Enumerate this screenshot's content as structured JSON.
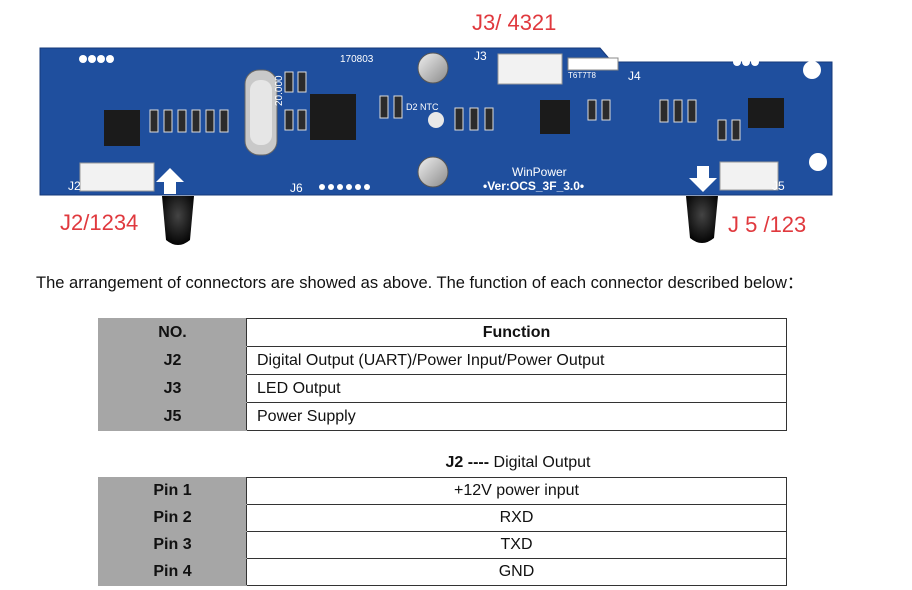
{
  "photo": {
    "labels": {
      "j3": "J3/ 4321",
      "j2": "J2/1234",
      "j5": "J 5 /123"
    },
    "board_text": {
      "winpower": "WinPower",
      "version": "•Ver:OCS_3F_3.0•",
      "crystal": "20.000",
      "j4": "J4",
      "j6": "J6",
      "j5": "J5",
      "j2": "J2",
      "j3": "J3",
      "ntc": "D2  NTC",
      "serial": "170803",
      "pins_j4": "T6T7T8"
    },
    "colors": {
      "board": "#1f4f9e",
      "label": "#e0393e",
      "connector": "#f2f2f2"
    }
  },
  "intro": "The arrangement of connectors are showed as above. The function of each connector described below：",
  "table1": {
    "headers": [
      "NO.",
      "Function"
    ],
    "rows": [
      {
        "no": "J2",
        "function": "Digital Output (UART)/Power Input/Power Output"
      },
      {
        "no": "J3",
        "function": "LED Output"
      },
      {
        "no": "J5",
        "function": "Power Supply"
      }
    ]
  },
  "table2": {
    "title_bold": "J2 ----",
    "title_rest": " Digital Output",
    "rows": [
      {
        "pin": "Pin 1",
        "value": "+12V power input"
      },
      {
        "pin": "Pin 2",
        "value": "RXD"
      },
      {
        "pin": "Pin 3",
        "value": "TXD"
      },
      {
        "pin": "Pin 4",
        "value": "GND"
      }
    ]
  }
}
